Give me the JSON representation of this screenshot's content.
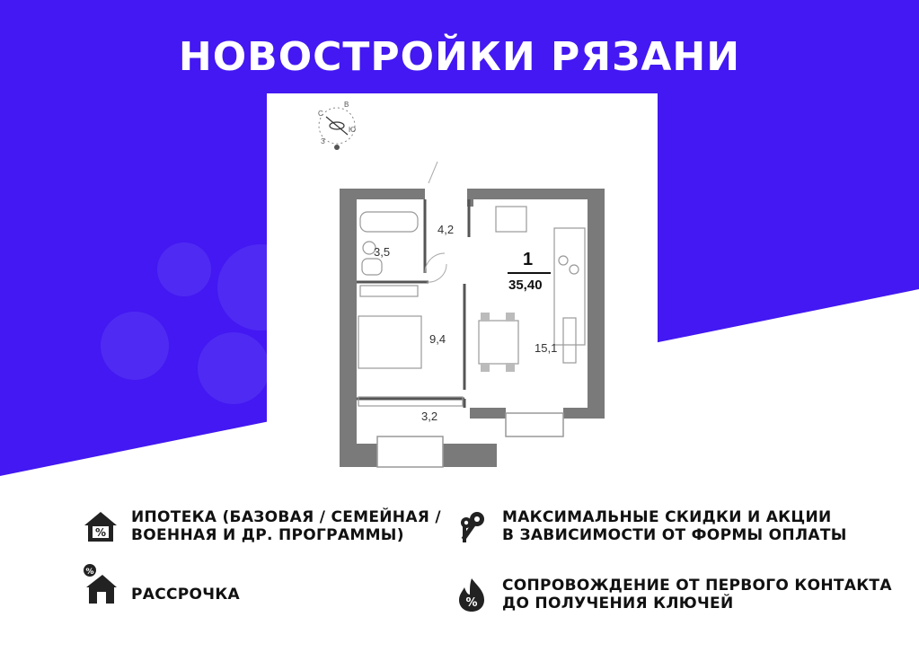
{
  "header": {
    "title": "НОВОСТРОЙКИ РЯЗАНИ"
  },
  "colors": {
    "brand_blue": "#4318f2",
    "watermark": "#5a3af4",
    "wall": "#777777",
    "text": "#111111"
  },
  "plan": {
    "apartment": {
      "rooms_count": "1",
      "total_area": "35,40"
    },
    "rooms": [
      {
        "name": "hall",
        "area": "4,2"
      },
      {
        "name": "bathroom",
        "area": "3,5"
      },
      {
        "name": "bedroom",
        "area": "9,4"
      },
      {
        "name": "kitchen-living",
        "area": "15,1"
      },
      {
        "name": "balcony",
        "area": "3,2"
      }
    ],
    "compass": {
      "n": "С",
      "e": "В",
      "s": "Ю",
      "w": "З"
    }
  },
  "features": [
    {
      "icon": "house-percent-icon",
      "line1": "ИПОТЕКА (БАЗОВАЯ / СЕМЕЙНАЯ /",
      "line2": "ВОЕННАЯ И ДР. ПРОГРАММЫ)"
    },
    {
      "icon": "keys-icon",
      "line1": "МАКСИМАЛЬНЫЕ СКИДКИ И АКЦИИ",
      "line2": "В ЗАВИСИМОСТИ ОТ ФОРМЫ ОПЛАТЫ"
    },
    {
      "icon": "percent-house-icon",
      "line1": "РАССРОЧКА",
      "line2": ""
    },
    {
      "icon": "flame-percent-icon",
      "line1": "СОПРОВОЖДЕНИЕ ОТ ПЕРВОГО КОНТАКТА",
      "line2": "ДО ПОЛУЧЕНИЯ КЛЮЧЕЙ"
    }
  ]
}
